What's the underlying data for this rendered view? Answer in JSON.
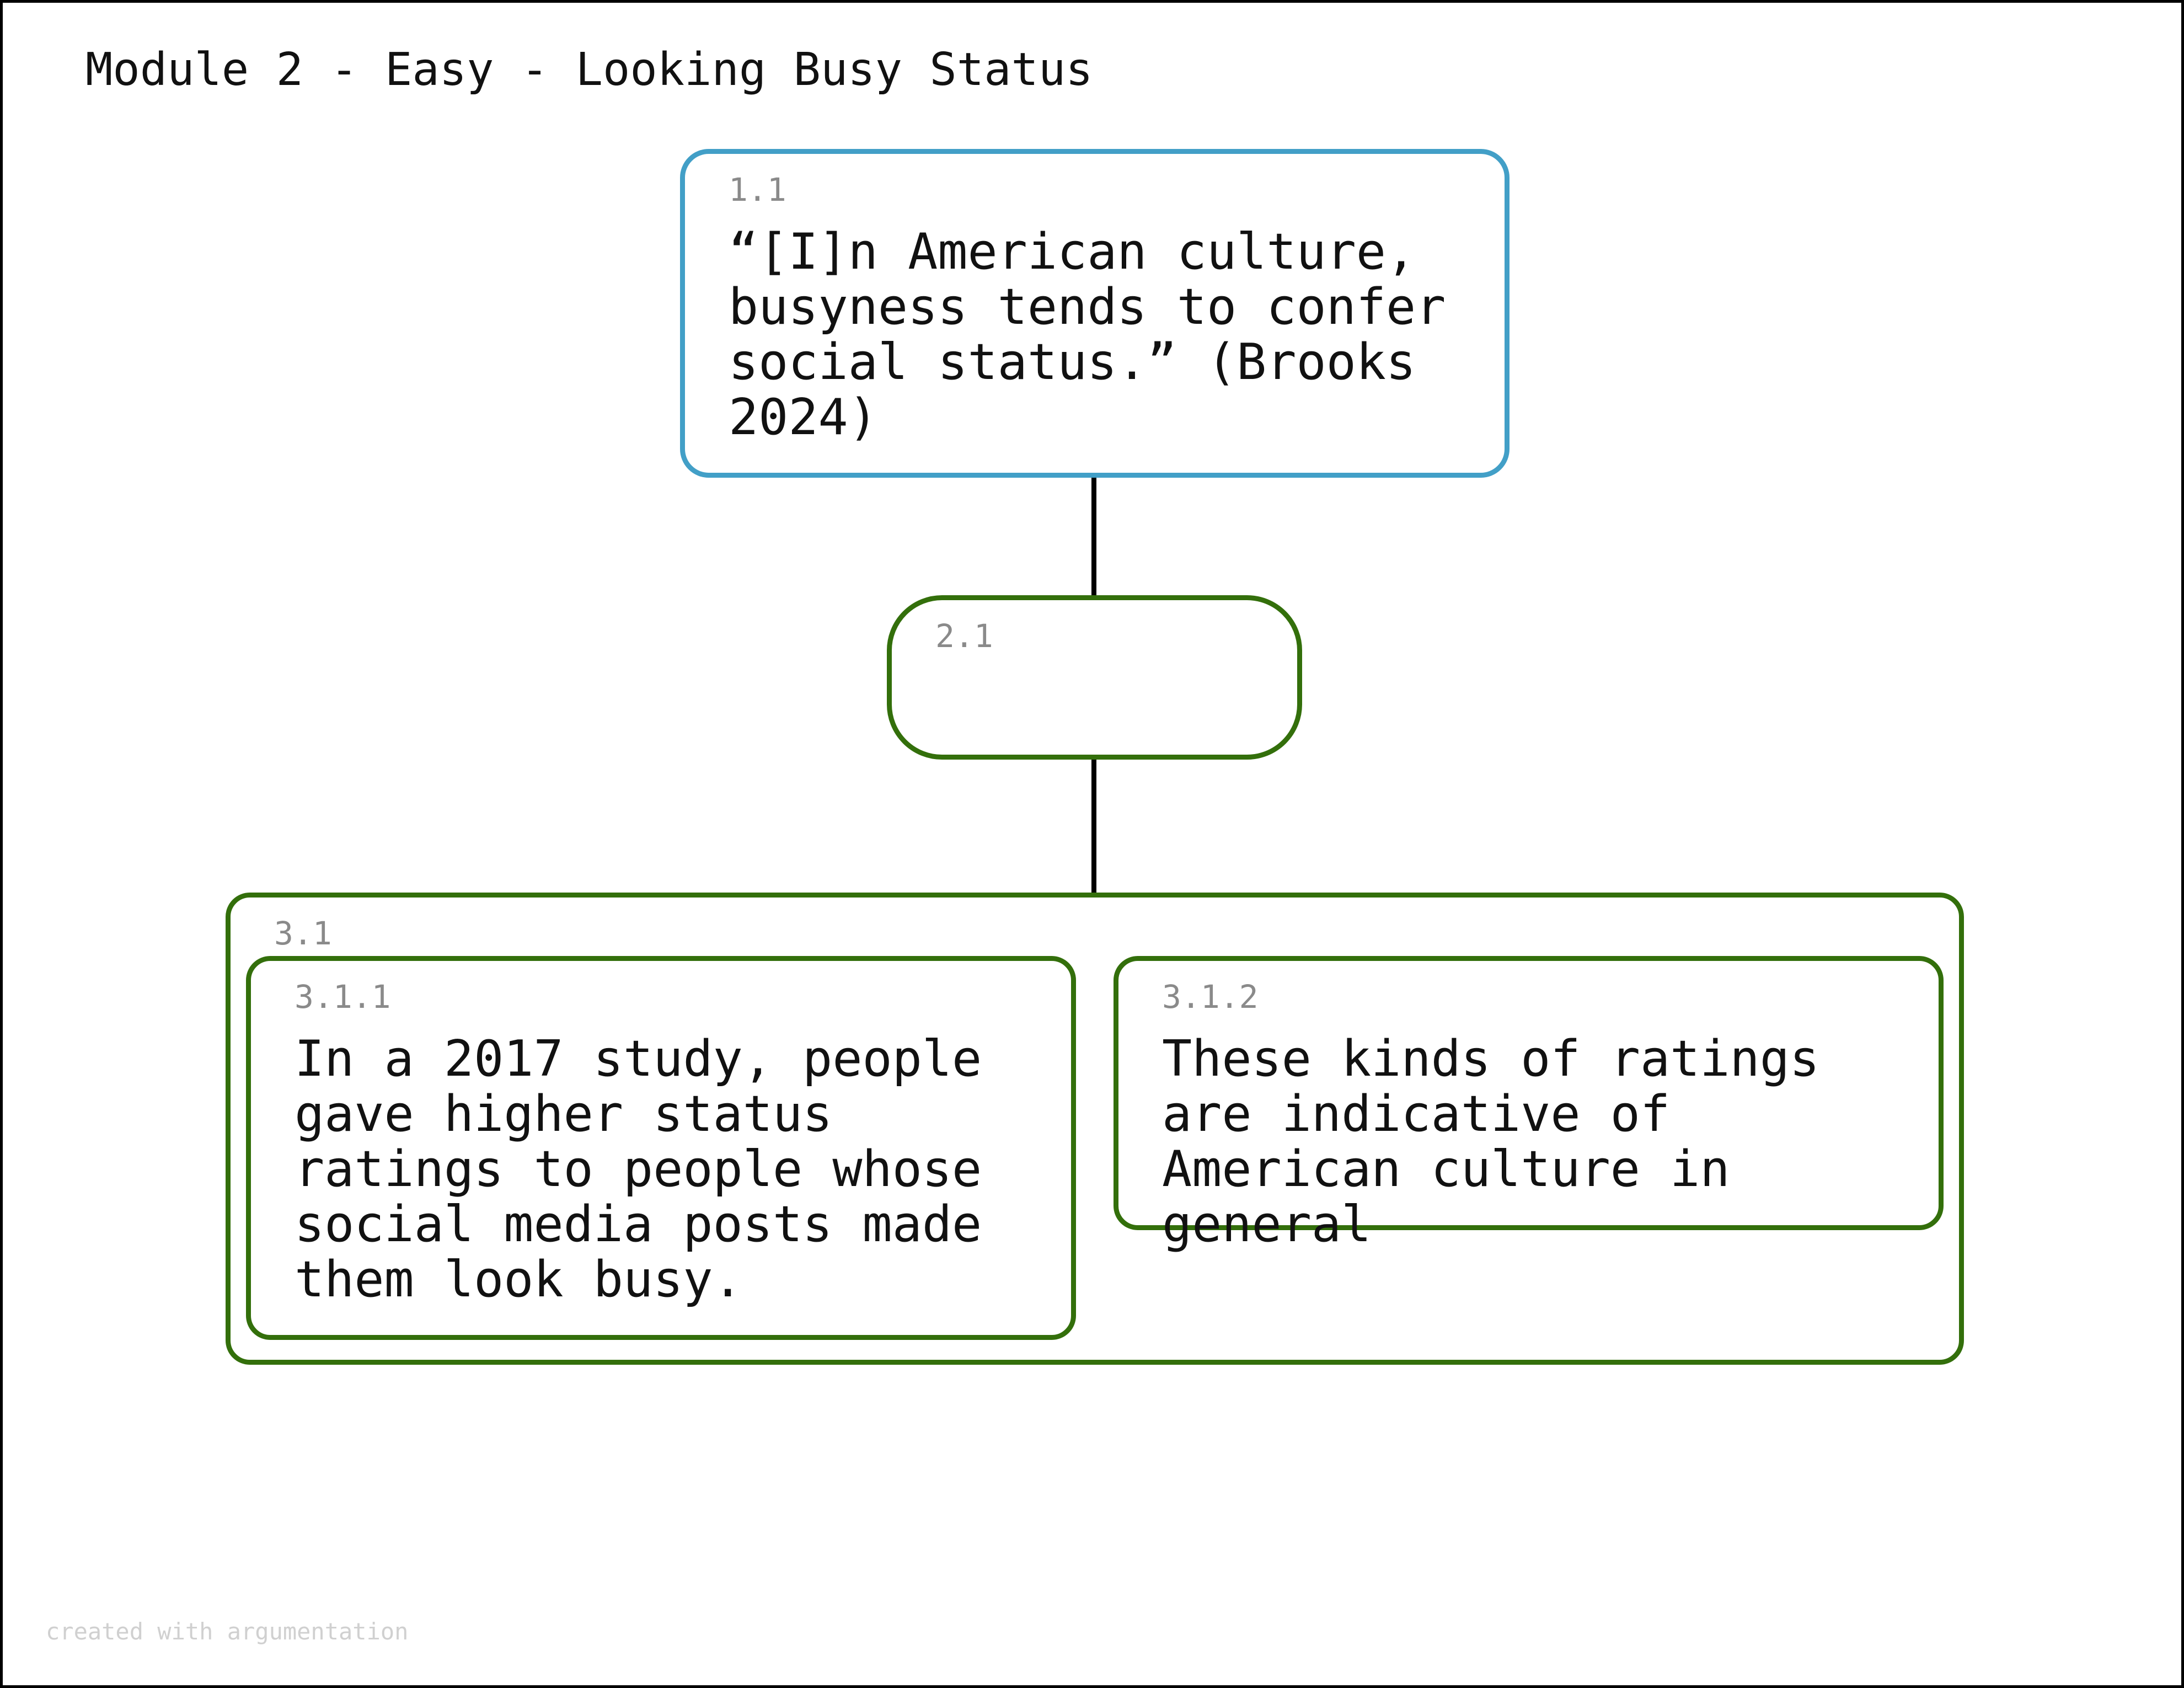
{
  "title": "Module 2 - Easy - Looking Busy Status",
  "colors": {
    "claim_border": "#429fc7",
    "support_border": "#336f0b",
    "connector": "#000000",
    "label_text": "#8a8a8a",
    "watermark_text": "#d0d0d0"
  },
  "nodes": {
    "n1_1": {
      "label": "1.1",
      "text": "“[I]n American culture,\nbusyness tends to confer\nsocial status.” (Brooks\n2024)"
    },
    "n2_1": {
      "label": "2.1"
    },
    "n3_1": {
      "label": "3.1"
    },
    "n3_1_1": {
      "label": "3.1.1",
      "text": "In a 2017 study, people\ngave higher status\nratings to people whose\nsocial media posts made\nthem look busy."
    },
    "n3_1_2": {
      "label": "3.1.2",
      "text": "These kinds of ratings\nare indicative of\nAmerican culture in\ngeneral"
    }
  },
  "watermark": "created with argumentation"
}
